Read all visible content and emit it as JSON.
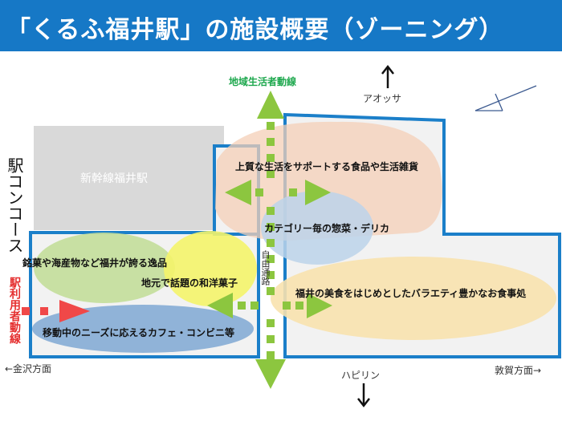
{
  "title": "「くるふ福井駅」の施設概要（ゾーニング）",
  "colors": {
    "header": "#1678c6",
    "zone_border": "#1b7fc9",
    "flow_local": "#8cc63f",
    "flow_station": "#f04848"
  },
  "labels": {
    "local_flow": "地域生活者動線",
    "north": "アオッサ",
    "south": "ハピリン",
    "west": "←金沢方面",
    "east": "敦賀方面→",
    "shinkansen": "新幹線福井駅",
    "concourse": "駅コンコース",
    "station_flow": "駅利用者動線",
    "free_passage": "自由通路"
  },
  "zones": {
    "daily_goods": "上質な生活をサポートする食品や生活雑貨",
    "deli": "カテゴリー毎の惣菜・デリカ",
    "souvenirs": "銘菓や海産物など福井が誇る逸品",
    "sweets": "地元で話題の和洋菓子",
    "cafe": "移動中のニーズに応えるカフェ・コンビニ等",
    "dining": "福井の美食をはじめとしたバラエティ豊かなお食事処"
  }
}
